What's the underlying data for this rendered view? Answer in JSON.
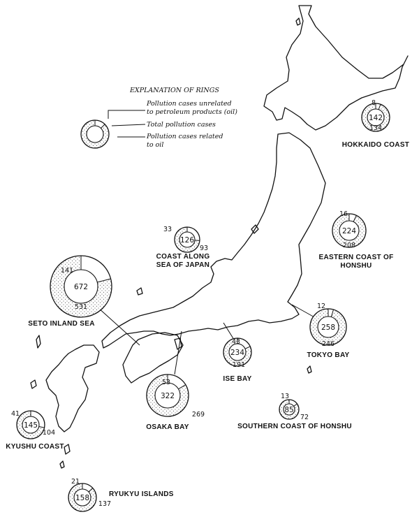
{
  "legend": {
    "title": "EXPLANATION OF RINGS",
    "unrelated_line1": "Pollution cases unrelated",
    "unrelated_line2": "to petroleum products (oil)",
    "total": "Total pollution cases",
    "related_line1": "Pollution cases related",
    "related_line2": "to oil"
  },
  "regions": [
    {
      "id": "hokkaido",
      "label_lines": [
        "HOKKAIDO COAST"
      ],
      "total": 142,
      "non_oil": 8,
      "oil": 134
    },
    {
      "id": "eastern-honshu",
      "label_lines": [
        "EASTERN COAST OF",
        "HONSHU"
      ],
      "total": 224,
      "non_oil": 16,
      "oil": 208
    },
    {
      "id": "sea-of-japan",
      "label_lines": [
        "COAST ALONG",
        "SEA OF JAPAN"
      ],
      "total": 126,
      "non_oil": 33,
      "oil": 93
    },
    {
      "id": "seto",
      "label_lines": [
        "SETO INLAND SEA"
      ],
      "total": 672,
      "non_oil": 141,
      "oil": 531
    },
    {
      "id": "tokyo",
      "label_lines": [
        "TOKYO BAY"
      ],
      "total": 258,
      "non_oil": 12,
      "oil": 246
    },
    {
      "id": "ise",
      "label_lines": [
        "ISE BAY"
      ],
      "total": 234,
      "non_oil": 43,
      "oil": 191
    },
    {
      "id": "osaka",
      "label_lines": [
        "OSAKA BAY"
      ],
      "total": 322,
      "non_oil": 53,
      "oil": 269
    },
    {
      "id": "southern-honshu",
      "label_lines": [
        "SOUTHERN COAST OF HONSHU"
      ],
      "total": 85,
      "non_oil": 13,
      "oil": 72
    },
    {
      "id": "kyushu",
      "label_lines": [
        "KYUSHU COAST"
      ],
      "total": 145,
      "non_oil": 41,
      "oil": 104
    },
    {
      "id": "ryukyu",
      "label_lines": [
        "RYUKYU ISLANDS"
      ],
      "total": 158,
      "non_oil": 21,
      "oil": 137
    }
  ]
}
